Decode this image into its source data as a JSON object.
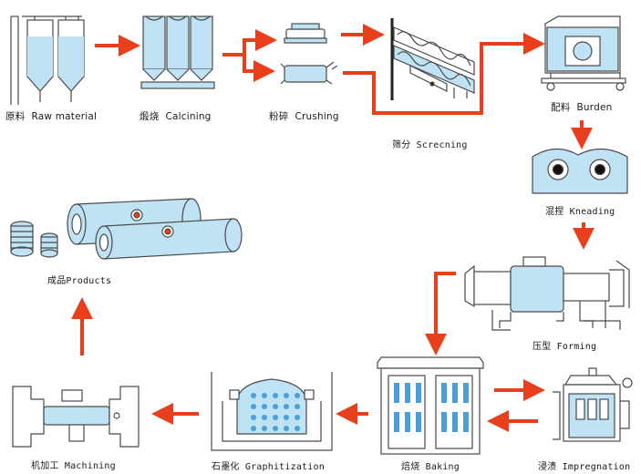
{
  "colors": {
    "arrow": "#e8401c",
    "fill": "#bfe3f5",
    "line": "#4a4a4a",
    "dark": "#222222"
  },
  "steps": {
    "raw": {
      "zh": "原料",
      "en": "Raw material"
    },
    "calc": {
      "zh": "煅烧",
      "en": "Calcining"
    },
    "crush": {
      "zh": "粉碎",
      "en": "Crushing"
    },
    "screen": {
      "zh": "筛分",
      "en": "Screcning"
    },
    "burden": {
      "zh": "配料",
      "en": "Burden"
    },
    "knead": {
      "zh": "混捏",
      "en": "Kneading"
    },
    "form": {
      "zh": "压型",
      "en": "Forming"
    },
    "impreg": {
      "zh": "浸渍",
      "en": "Impregnation"
    },
    "bake": {
      "zh": "焙烧",
      "en": "Baking"
    },
    "graph": {
      "zh": "石墨化",
      "en": "Graphitization"
    },
    "mach": {
      "zh": "机加工",
      "en": "Machining"
    },
    "prod": {
      "zh": "成品",
      "en": "Products"
    }
  }
}
